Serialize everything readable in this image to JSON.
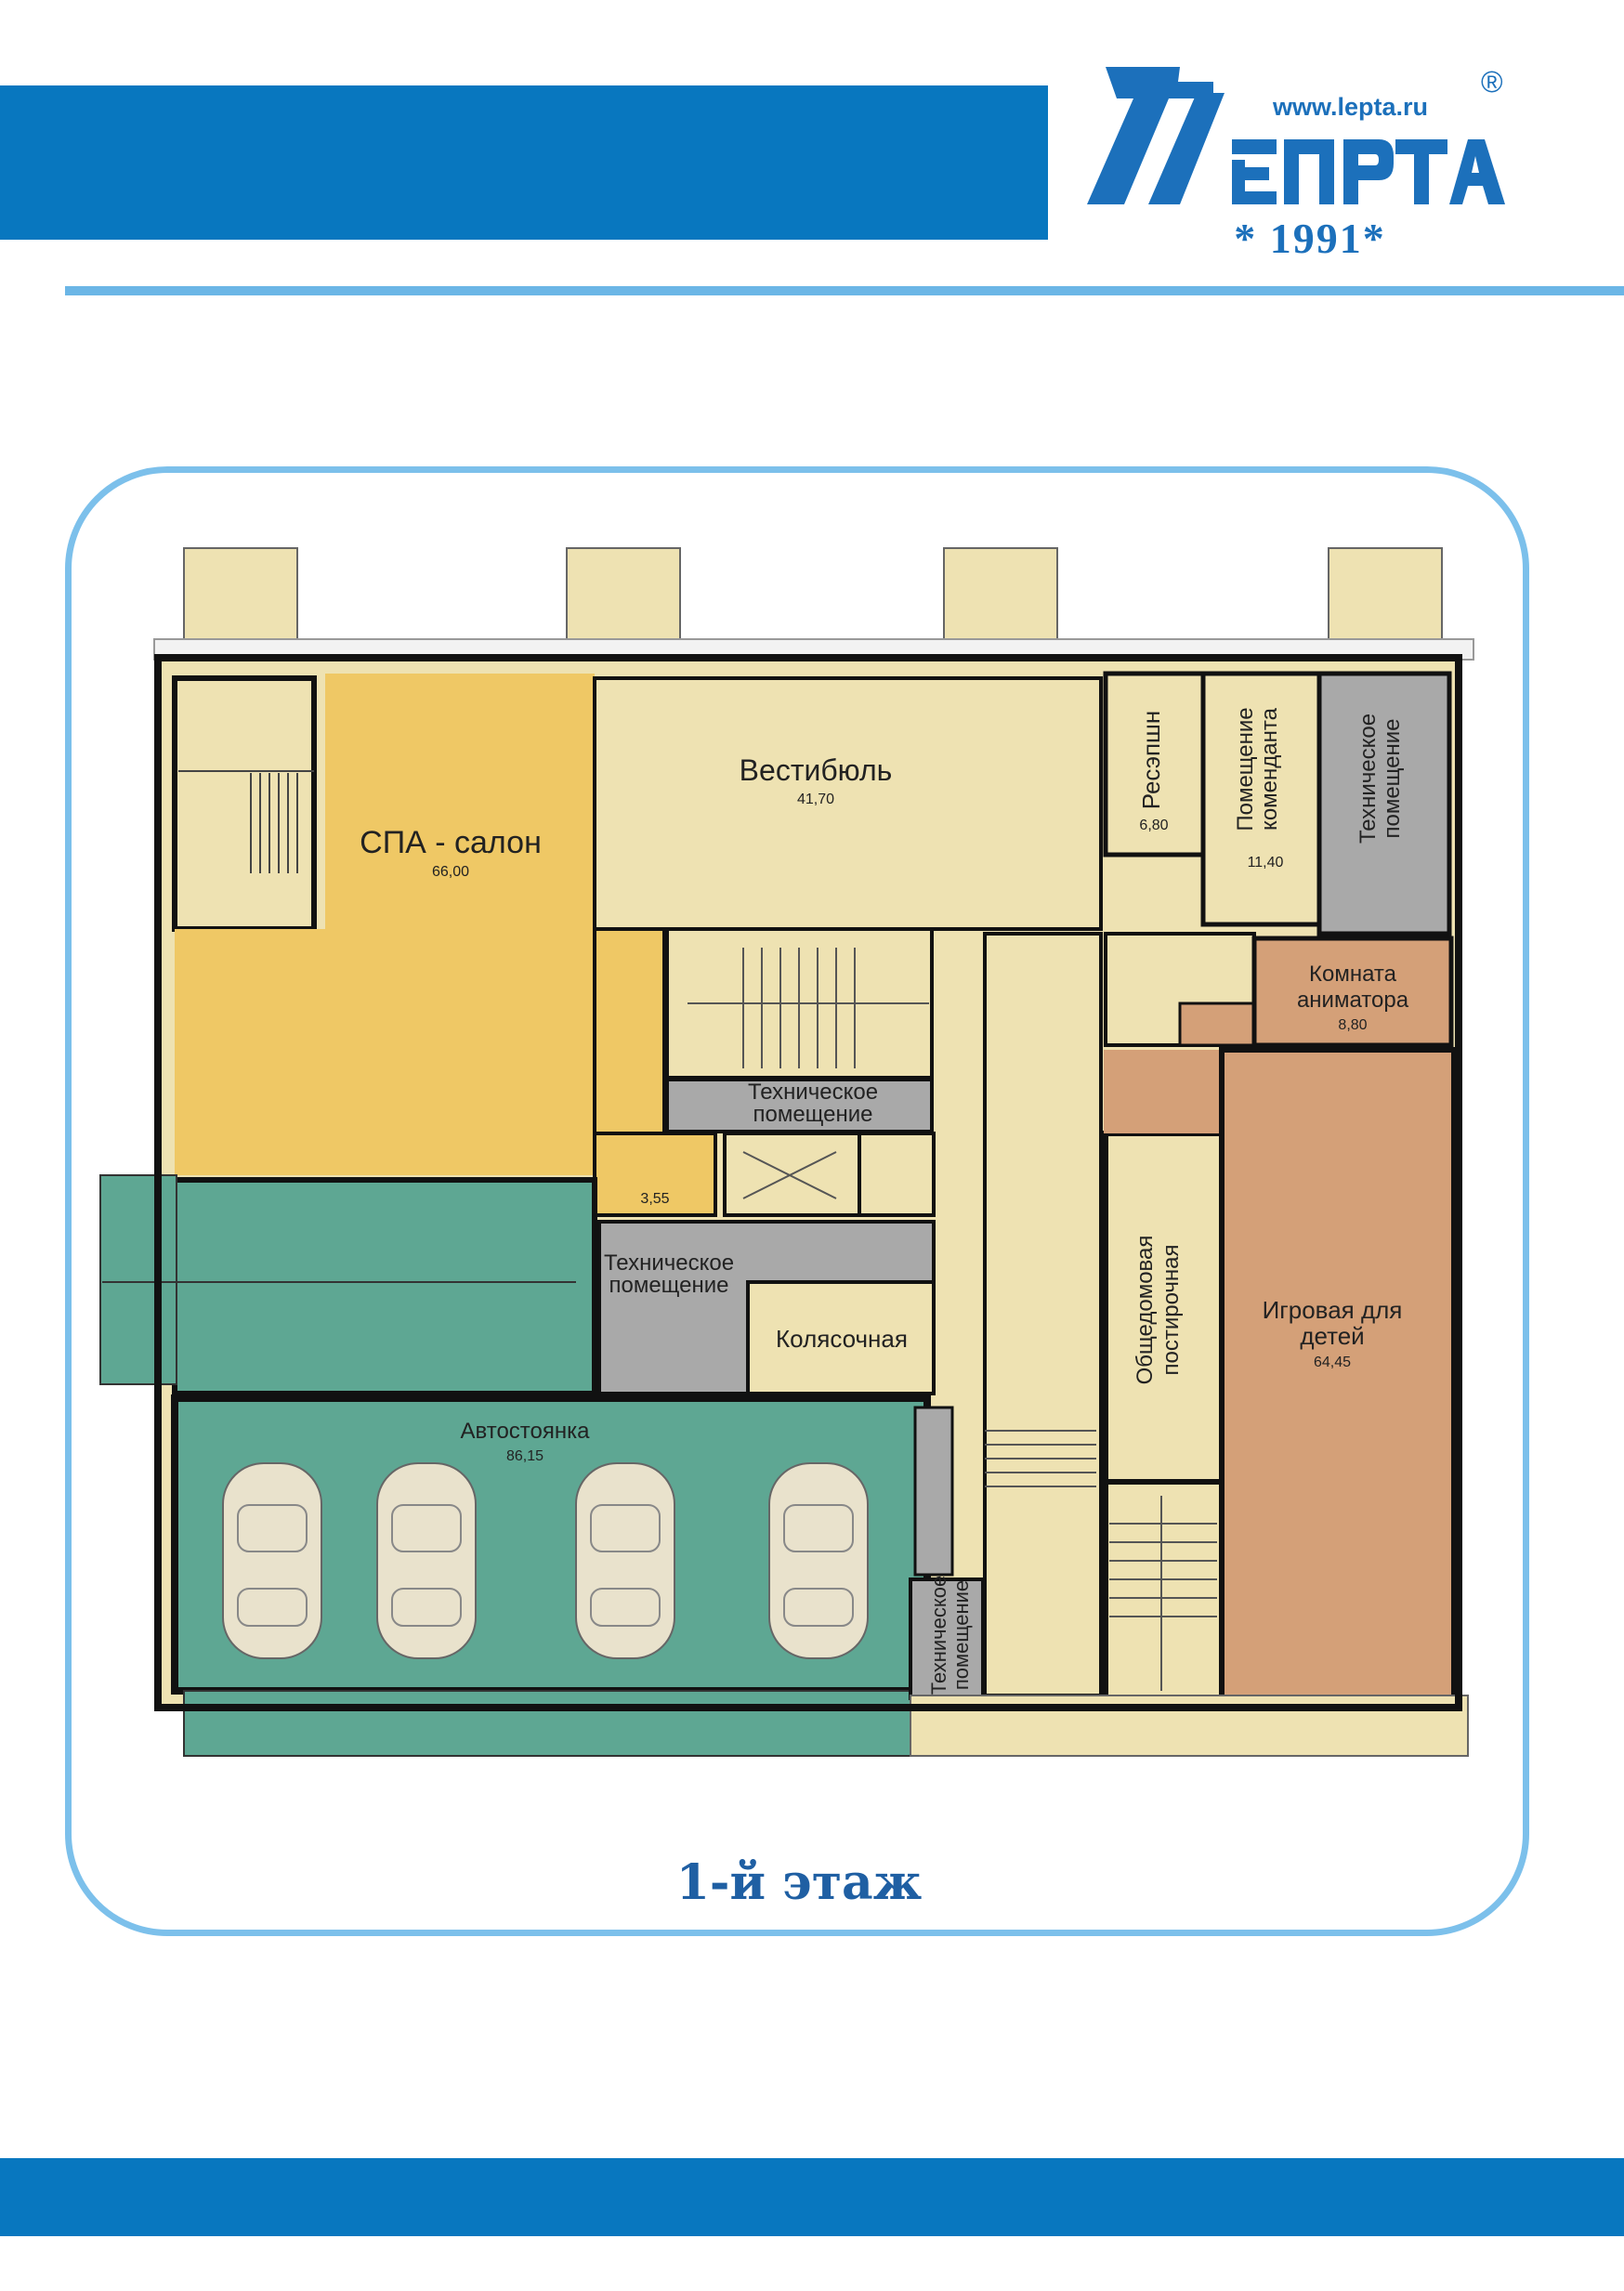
{
  "brand": {
    "url": "www.lepta.ru",
    "registered": "®",
    "name": "ЛЕПТА",
    "year": "* 1991*",
    "color": "#0877bf"
  },
  "floor_title": "1-й этаж",
  "rooms": {
    "spa": {
      "name": "СПА - салон",
      "area": "66,00"
    },
    "vestibule": {
      "name": "Вестибюль",
      "area": "41,70"
    },
    "reception": {
      "name": "Ресэпшн",
      "area": "6,80"
    },
    "commandant": {
      "name1": "Помещение",
      "name2": "коменданта",
      "area": "11,40"
    },
    "tech_top_right": {
      "name1": "Техническое",
      "name2": "помещение"
    },
    "animator": {
      "name1": "Комната",
      "name2": "аниматора",
      "area": "8,80"
    },
    "tech_center": {
      "name1": "Техническое",
      "name2": "помещение"
    },
    "small_room": {
      "area": "3,55"
    },
    "tech_mid": {
      "name1": "Техническое",
      "name2": "помещение"
    },
    "stroller": {
      "name": "Колясочная"
    },
    "laundry": {
      "name1": "Общедомовая",
      "name2": "постирочная"
    },
    "playroom": {
      "name1": "Игровая для",
      "name2": "детей",
      "area": "64,45"
    },
    "parking": {
      "name": "Автостоянка",
      "area": "86,15"
    },
    "tech_bottom": {
      "name1": "Техническое",
      "name2": "помещение"
    }
  },
  "colors": {
    "corridor": "#eee2b2",
    "spa": "#efc865",
    "parking": "#5ea793",
    "playroom": "#d4a078",
    "tech": "#a9a9a9",
    "wall": "#111111"
  }
}
